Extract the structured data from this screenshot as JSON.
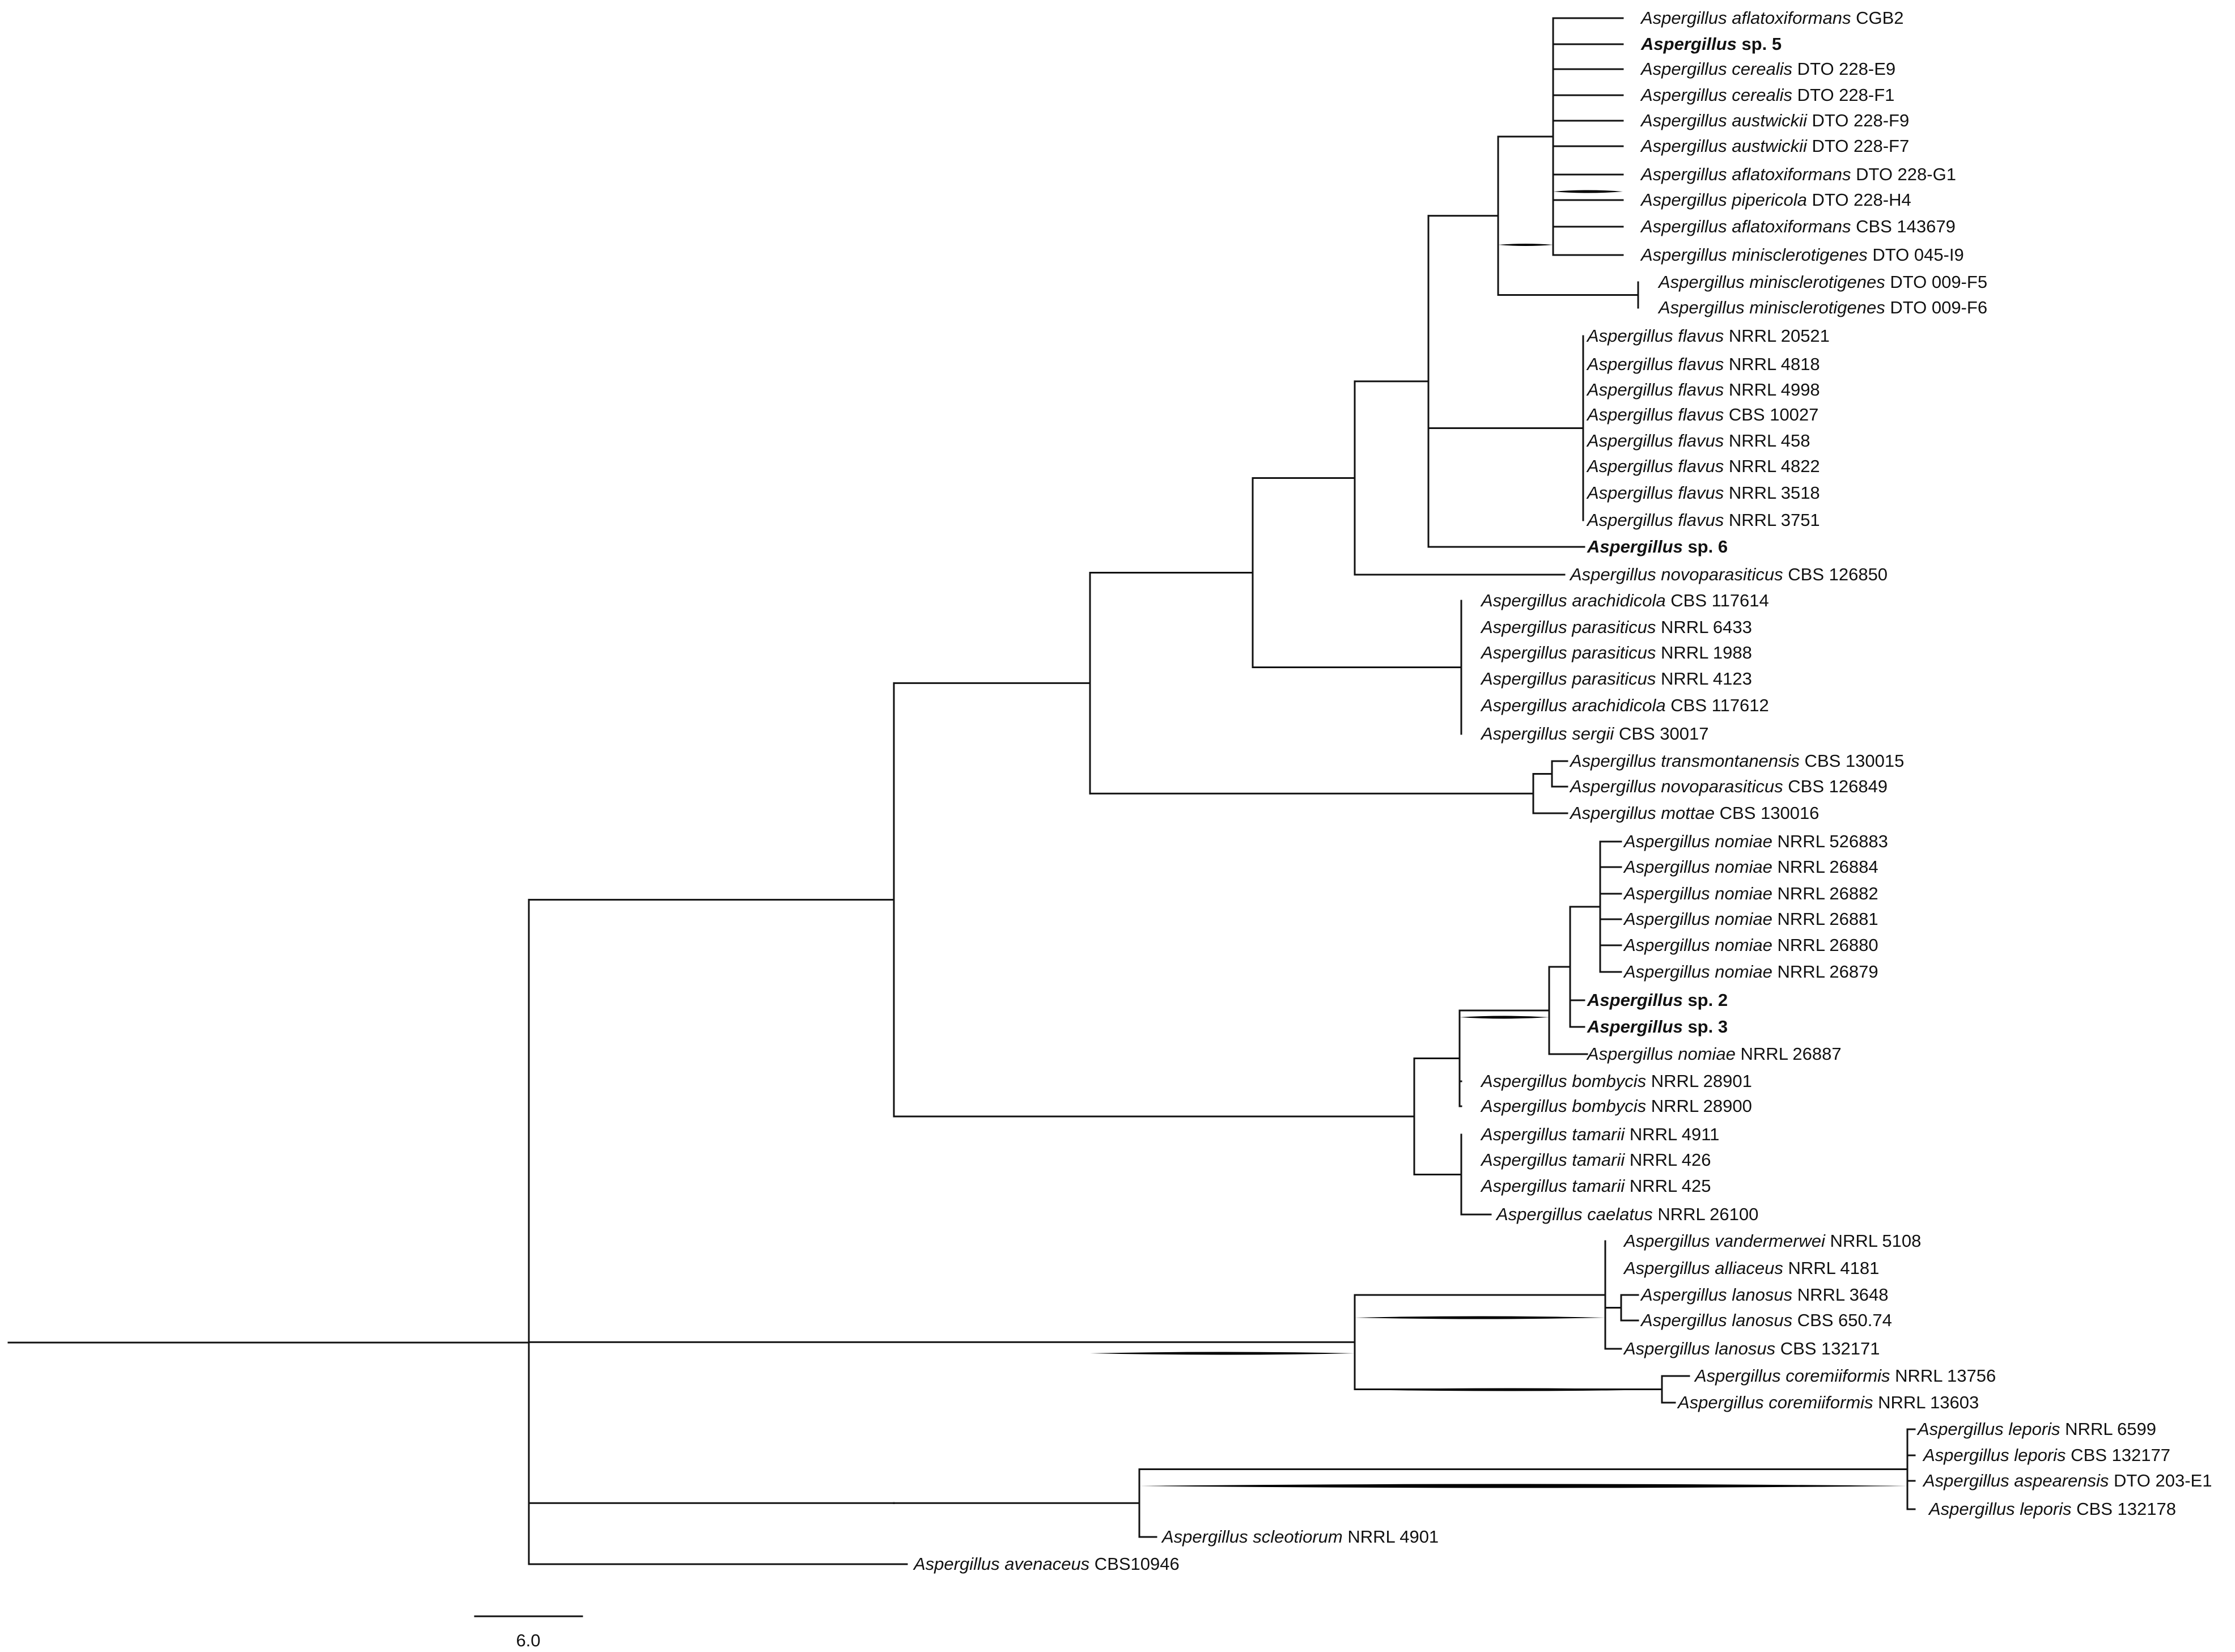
{
  "taxa": [
    {
      "genus": "Aspergillus",
      "epithet": "aflatoxiformans",
      "strain": "CGB2"
    },
    {
      "genus": "Aspergillus",
      "epithet": "",
      "strain": "sp. 5",
      "bold": true
    },
    {
      "genus": "Aspergillus",
      "epithet": "cerealis",
      "strain": "DTO 228-E9"
    },
    {
      "genus": "Aspergillus",
      "epithet": "cerealis",
      "strain": "DTO 228-F1"
    },
    {
      "genus": "Aspergillus",
      "epithet": "austwickii",
      "strain": "DTO 228-F9"
    },
    {
      "genus": "Aspergillus",
      "epithet": "austwickii",
      "strain": "DTO 228-F7"
    },
    {
      "genus": "Aspergillus",
      "epithet": "aflatoxiformans",
      "strain": "DTO 228-G1"
    },
    {
      "genus": "Aspergillus",
      "epithet": "pipericola",
      "strain": "DTO 228-H4"
    },
    {
      "genus": "Aspergillus",
      "epithet": "aflatoxiformans",
      "strain": "CBS 143679"
    },
    {
      "genus": "Aspergillus",
      "epithet": "minisclerotigenes",
      "strain": "DTO 045-I9"
    },
    {
      "genus": "Aspergillus",
      "epithet": "minisclerotigenes",
      "strain": "DTO 009-F5"
    },
    {
      "genus": "Aspergillus",
      "epithet": "minisclerotigenes",
      "strain": "DTO 009-F6"
    },
    {
      "genus": "Aspergillus",
      "epithet": "flavus",
      "strain": "NRRL 20521"
    },
    {
      "genus": "Aspergillus",
      "epithet": "flavus",
      "strain": "NRRL 4818"
    },
    {
      "genus": "Aspergillus",
      "epithet": "flavus",
      "strain": "NRRL 4998"
    },
    {
      "genus": "Aspergillus",
      "epithet": "flavus",
      "strain": "CBS 10027"
    },
    {
      "genus": "Aspergillus",
      "epithet": "flavus",
      "strain": "NRRL 458"
    },
    {
      "genus": "Aspergillus",
      "epithet": "flavus",
      "strain": "NRRL 4822"
    },
    {
      "genus": "Aspergillus",
      "epithet": "flavus",
      "strain": "NRRL 3518"
    },
    {
      "genus": "Aspergillus",
      "epithet": "flavus",
      "strain": "NRRL 3751"
    },
    {
      "genus": "Aspergillus",
      "epithet": "",
      "strain": "sp. 6",
      "bold": true
    },
    {
      "genus": "Aspergillus",
      "epithet": "novoparasiticus",
      "strain": "CBS 126850"
    },
    {
      "genus": "Aspergillus",
      "epithet": "arachidicola",
      "strain": "CBS 117614"
    },
    {
      "genus": "Aspergillus",
      "epithet": "parasiticus",
      "strain": "NRRL 6433"
    },
    {
      "genus": "Aspergillus",
      "epithet": "parasiticus",
      "strain": "NRRL 1988"
    },
    {
      "genus": "Aspergillus",
      "epithet": "parasiticus",
      "strain": "NRRL 4123"
    },
    {
      "genus": "Aspergillus",
      "epithet": "arachidicola",
      "strain": "CBS 117612"
    },
    {
      "genus": "Aspergillus",
      "epithet": "sergii",
      "strain": "CBS 30017"
    },
    {
      "genus": "Aspergillus",
      "epithet": "transmontanensis",
      "strain": "CBS 130015"
    },
    {
      "genus": "Aspergillus",
      "epithet": "novoparasiticus",
      "strain": "CBS 126849"
    },
    {
      "genus": "Aspergillus",
      "epithet": "mottae",
      "strain": "CBS 130016"
    },
    {
      "genus": "Aspergillus",
      "epithet": "nomiae",
      "strain": "NRRL 526883"
    },
    {
      "genus": "Aspergillus",
      "epithet": "nomiae",
      "strain": "NRRL 26884"
    },
    {
      "genus": "Aspergillus",
      "epithet": "nomiae",
      "strain": "NRRL 26882"
    },
    {
      "genus": "Aspergillus",
      "epithet": "nomiae",
      "strain": "NRRL 26881"
    },
    {
      "genus": "Aspergillus",
      "epithet": "nomiae",
      "strain": "NRRL 26880"
    },
    {
      "genus": "Aspergillus",
      "epithet": "nomiae",
      "strain": "NRRL 26879"
    },
    {
      "genus": "Aspergillus",
      "epithet": "",
      "strain": "sp. 2",
      "bold": true
    },
    {
      "genus": "Aspergillus",
      "epithet": "",
      "strain": "sp. 3",
      "bold": true
    },
    {
      "genus": "Aspergillus",
      "epithet": "nomiae",
      "strain": "NRRL 26887"
    },
    {
      "genus": "Aspergillus",
      "epithet": "bombycis",
      "strain": "NRRL 28901"
    },
    {
      "genus": "Aspergillus",
      "epithet": "bombycis",
      "strain": "NRRL 28900"
    },
    {
      "genus": "Aspergillus",
      "epithet": "tamarii",
      "strain": "NRRL 4911"
    },
    {
      "genus": "Aspergillus",
      "epithet": "tamarii",
      "strain": "NRRL 426"
    },
    {
      "genus": "Aspergillus",
      "epithet": "tamarii",
      "strain": "NRRL 425"
    },
    {
      "genus": "Aspergillus",
      "epithet": "caelatus",
      "strain": "NRRL 26100"
    },
    {
      "genus": "Aspergillus",
      "epithet": "vandermerwei",
      "strain": "NRRL 5108"
    },
    {
      "genus": "Aspergillus",
      "epithet": "alliaceus",
      "strain": "NRRL 4181"
    },
    {
      "genus": "Aspergillus",
      "epithet": "lanosus",
      "strain": "NRRL 3648"
    },
    {
      "genus": "Aspergillus",
      "epithet": "lanosus",
      "strain": "CBS 650.74"
    },
    {
      "genus": "Aspergillus",
      "epithet": "lanosus",
      "strain": "CBS 132171"
    },
    {
      "genus": "Aspergillus",
      "epithet": "coremiiformis",
      "strain": "NRRL 13756"
    },
    {
      "genus": "Aspergillus",
      "epithet": "coremiiformis",
      "strain": "NRRL 13603"
    },
    {
      "genus": "Aspergillus",
      "epithet": "leporis",
      "strain": "NRRL 6599"
    },
    {
      "genus": "Aspergillus",
      "epithet": "leporis",
      "strain": "CBS 132177"
    },
    {
      "genus": "Aspergillus",
      "epithet": "aspearensis",
      "strain": "DTO 203-E1"
    },
    {
      "genus": "Aspergillus",
      "epithet": "leporis",
      "strain": "CBS 132178"
    },
    {
      "genus": "Aspergillus",
      "epithet": "scleotiorum",
      "strain": "NRRL 4901"
    },
    {
      "genus": "Aspergillus",
      "epithet": "avenaceus",
      "strain": "CBS10946"
    }
  ],
  "scale_bar": {
    "label": "6.0"
  },
  "colors": {
    "ink": "#111111",
    "background": "#ffffff"
  }
}
